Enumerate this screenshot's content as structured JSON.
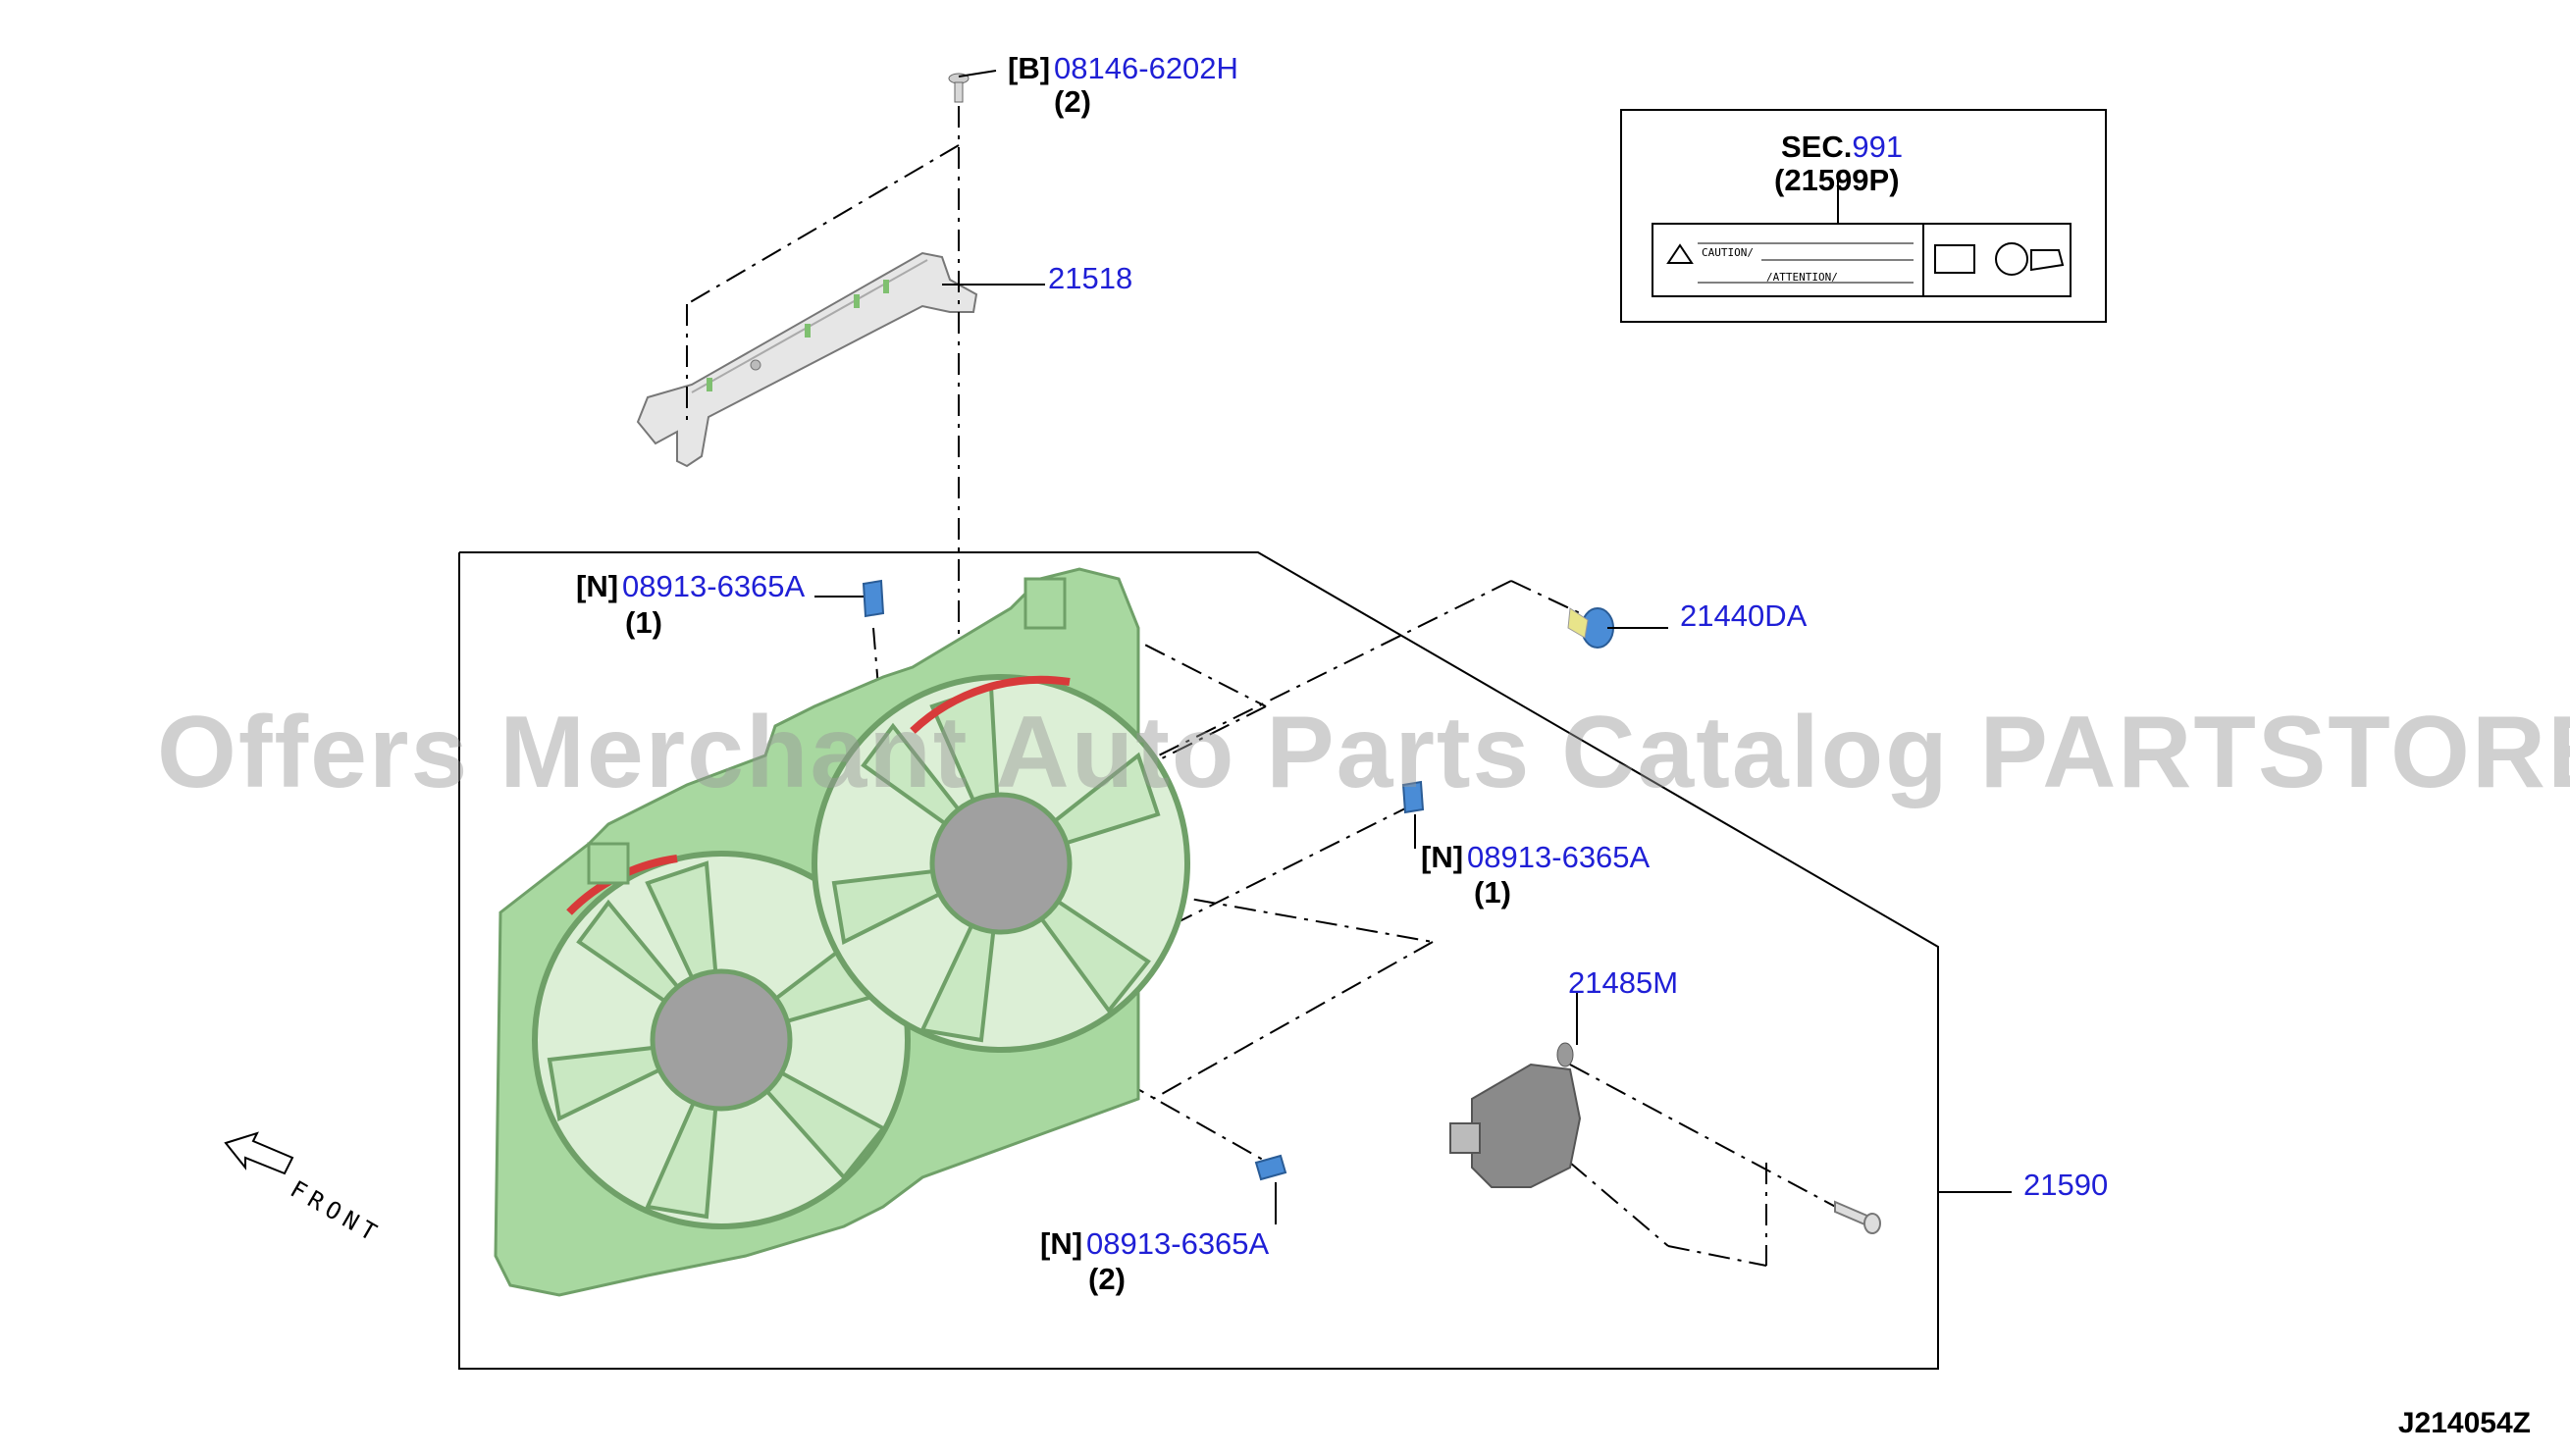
{
  "diagram_code": "J214054Z",
  "watermark": "Offers Merchant Auto Parts Catalog PARTSTORE.SA",
  "front_label": "FRONT",
  "section": {
    "prefix": "SEC.",
    "number": "991",
    "part": "(21599P)",
    "caution_text": "CAUTION/",
    "attention_text": "/ATTENTION/"
  },
  "parts": [
    {
      "tag": "[B]",
      "number": "08146-6202H",
      "qty": "(2)"
    },
    {
      "tag": "",
      "number": "21518",
      "qty": ""
    },
    {
      "tag": "[N]",
      "number": "08913-6365A",
      "qty": "(1)"
    },
    {
      "tag": "",
      "number": "21440DA",
      "qty": ""
    },
    {
      "tag": "[N]",
      "number": "08913-6365A",
      "qty": "(1)"
    },
    {
      "tag": "",
      "number": "21485M",
      "qty": ""
    },
    {
      "tag": "",
      "number": "21590",
      "qty": ""
    },
    {
      "tag": "[N]",
      "number": "08913-6365A",
      "qty": "(2)"
    }
  ],
  "colors": {
    "part_number": "#1f1fd6",
    "shroud": "#a8d8a0",
    "blade": "#c9e8c2",
    "motor": "#a0a0a0",
    "clip": "#4a8cd6",
    "red_arc": "#d83a3a"
  }
}
